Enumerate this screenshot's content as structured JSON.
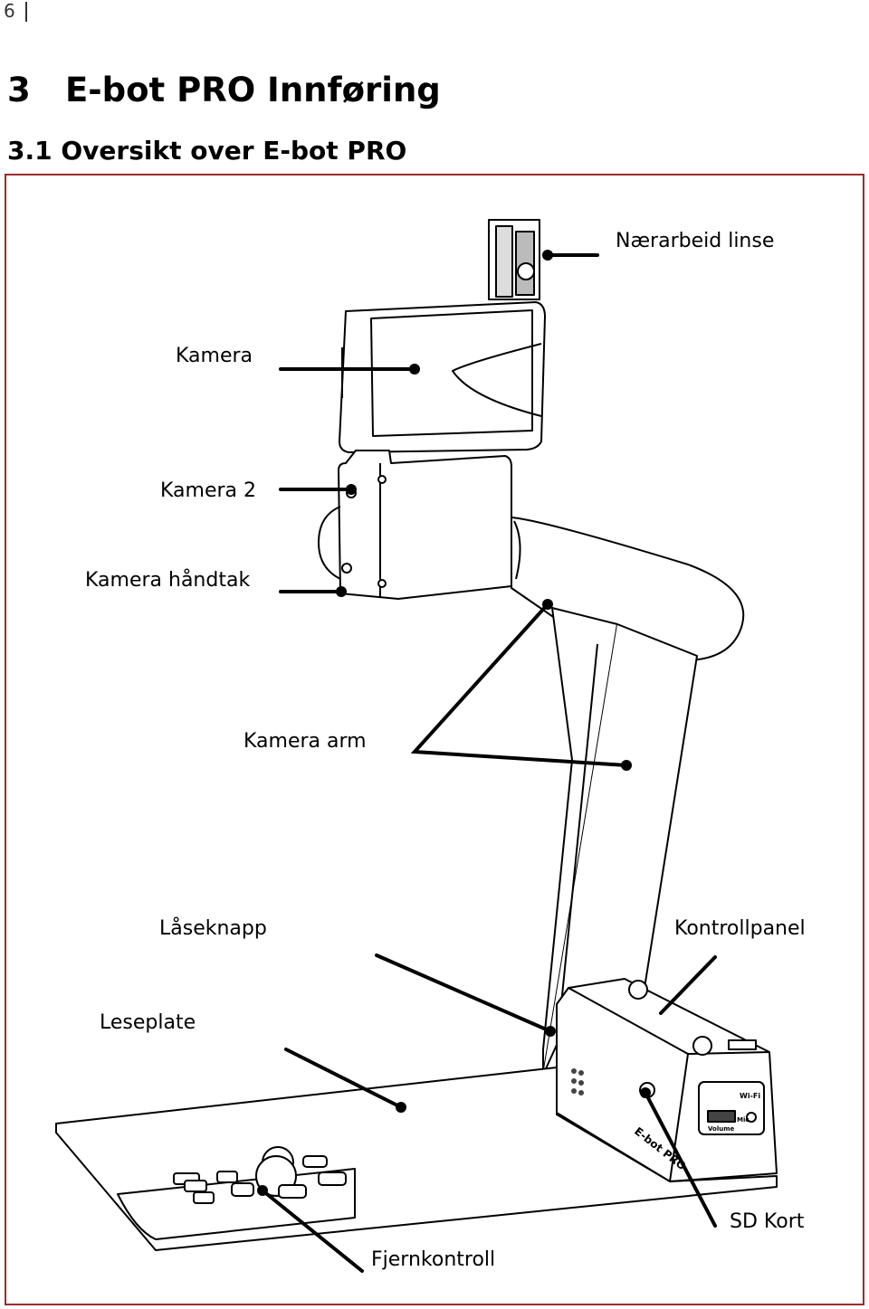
{
  "page": {
    "number": "6"
  },
  "section": {
    "number": "3",
    "title": "E-bot PRO Innføring"
  },
  "subsection": {
    "title": "3.1 Oversikt over E-bot PRO"
  },
  "labels": {
    "close_lens": "Nærarbeid linse",
    "camera": "Kamera",
    "camera2": "Kamera 2",
    "camera_handle": "Kamera håndtak",
    "camera_arm": "Kamera arm",
    "lock_button": "Låseknapp",
    "control_panel": "Kontrollpanel",
    "reading_plate": "Leseplate",
    "sd_card": "SD Kort",
    "remote": "Fjernkontroll"
  },
  "device_markings": {
    "brand": "E-bot PRO",
    "wifi": "Wi-Fi",
    "volume": "Volume",
    "mic": "Mic"
  },
  "colors": {
    "frame": "#9b2b2b",
    "line": "#000000"
  }
}
